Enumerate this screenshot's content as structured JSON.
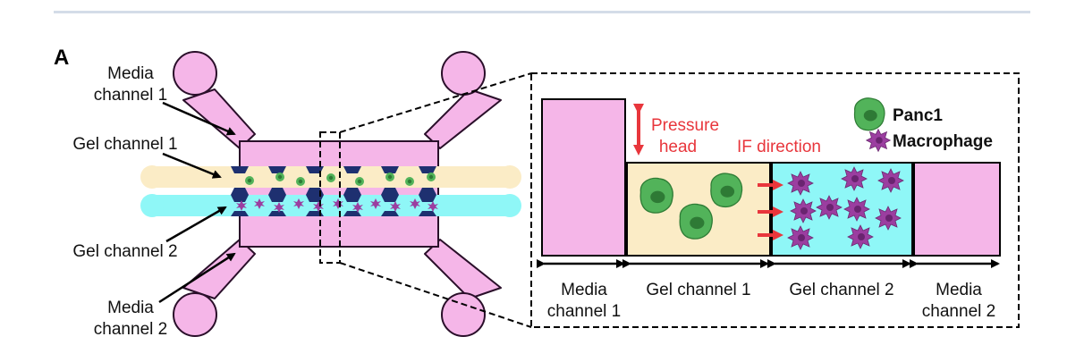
{
  "panel_label": "A",
  "device": {
    "labels": {
      "media1_line1": "Media",
      "media1_line2": "channel 1",
      "gel1": "Gel channel 1",
      "gel2": "Gel channel 2",
      "media2_line1": "Media",
      "media2_line2": "channel 2"
    }
  },
  "inset": {
    "pressure_line1": "Pressure",
    "pressure_line2": "head",
    "if_direction": "IF direction",
    "legend": {
      "panc1": "Panc1",
      "macrophage": "Macrophage"
    },
    "bottom_labels": {
      "media1_line1": "Media",
      "media1_line2": "channel 1",
      "gel1": "Gel channel 1",
      "gel2": "Gel channel 2",
      "media2_line1": "Media",
      "media2_line2": "channel 2"
    }
  },
  "colors": {
    "media_pink": "#f5b6e8",
    "gel1_yellow": "#fbecc6",
    "gel2_cyan": "#8ff7f7",
    "panc1_green": "#52b35a",
    "macrophage_purple": "#9b3ea0",
    "arrow_red": "#e8363c",
    "post_navy": "#1e3070"
  }
}
